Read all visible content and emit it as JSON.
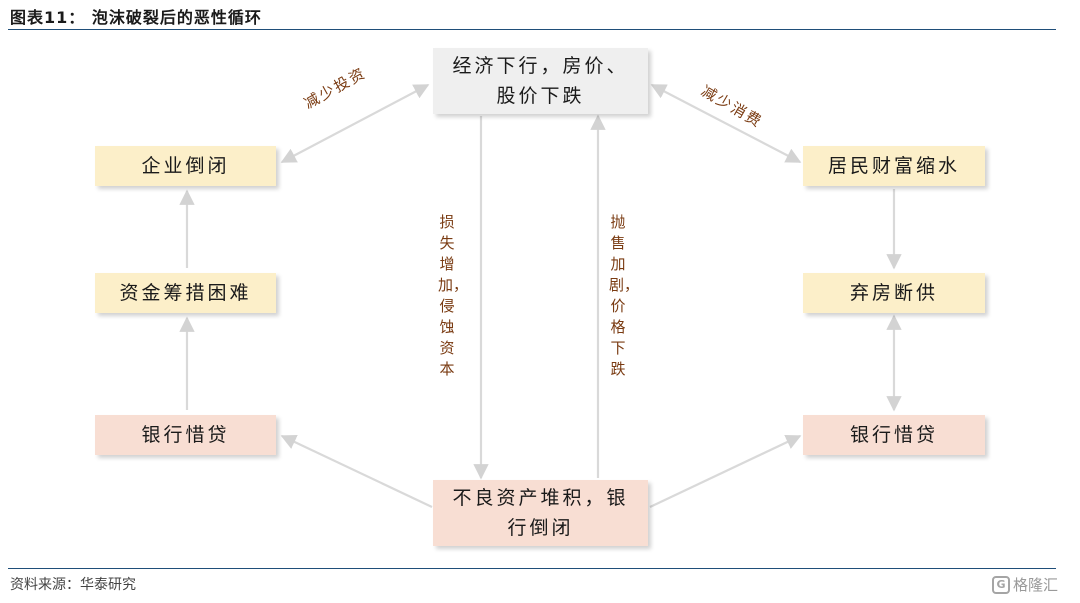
{
  "header": {
    "title": "图表11：  泡沫破裂后的恶性循环"
  },
  "footer": {
    "source": "资料来源：华泰研究",
    "watermark": "格隆汇",
    "watermark_logo": "G"
  },
  "diagram": {
    "top_node": "经济下行，房价、股价下跌",
    "bottom_node": "不良资产堆积，银行倒闭",
    "left_nodes": [
      "企业倒闭",
      "资金筹措困难",
      "银行惜贷"
    ],
    "right_nodes": [
      "居民财富缩水",
      "弃房断供",
      "银行惜贷"
    ],
    "edge_labels": {
      "left_diagonal": "减少投资",
      "right_diagonal": "减少消费",
      "center_left": "损失增加，侵蚀资本",
      "center_right": "抛售加剧，价格下跌"
    }
  },
  "colors": {
    "arrow": "#d9d9d9",
    "label_text": "#7a3b12",
    "yellow_box": "#fcefc9",
    "pink_box": "#f8ded3",
    "gray_box": "#efefef",
    "rule": "#1f4e79"
  }
}
